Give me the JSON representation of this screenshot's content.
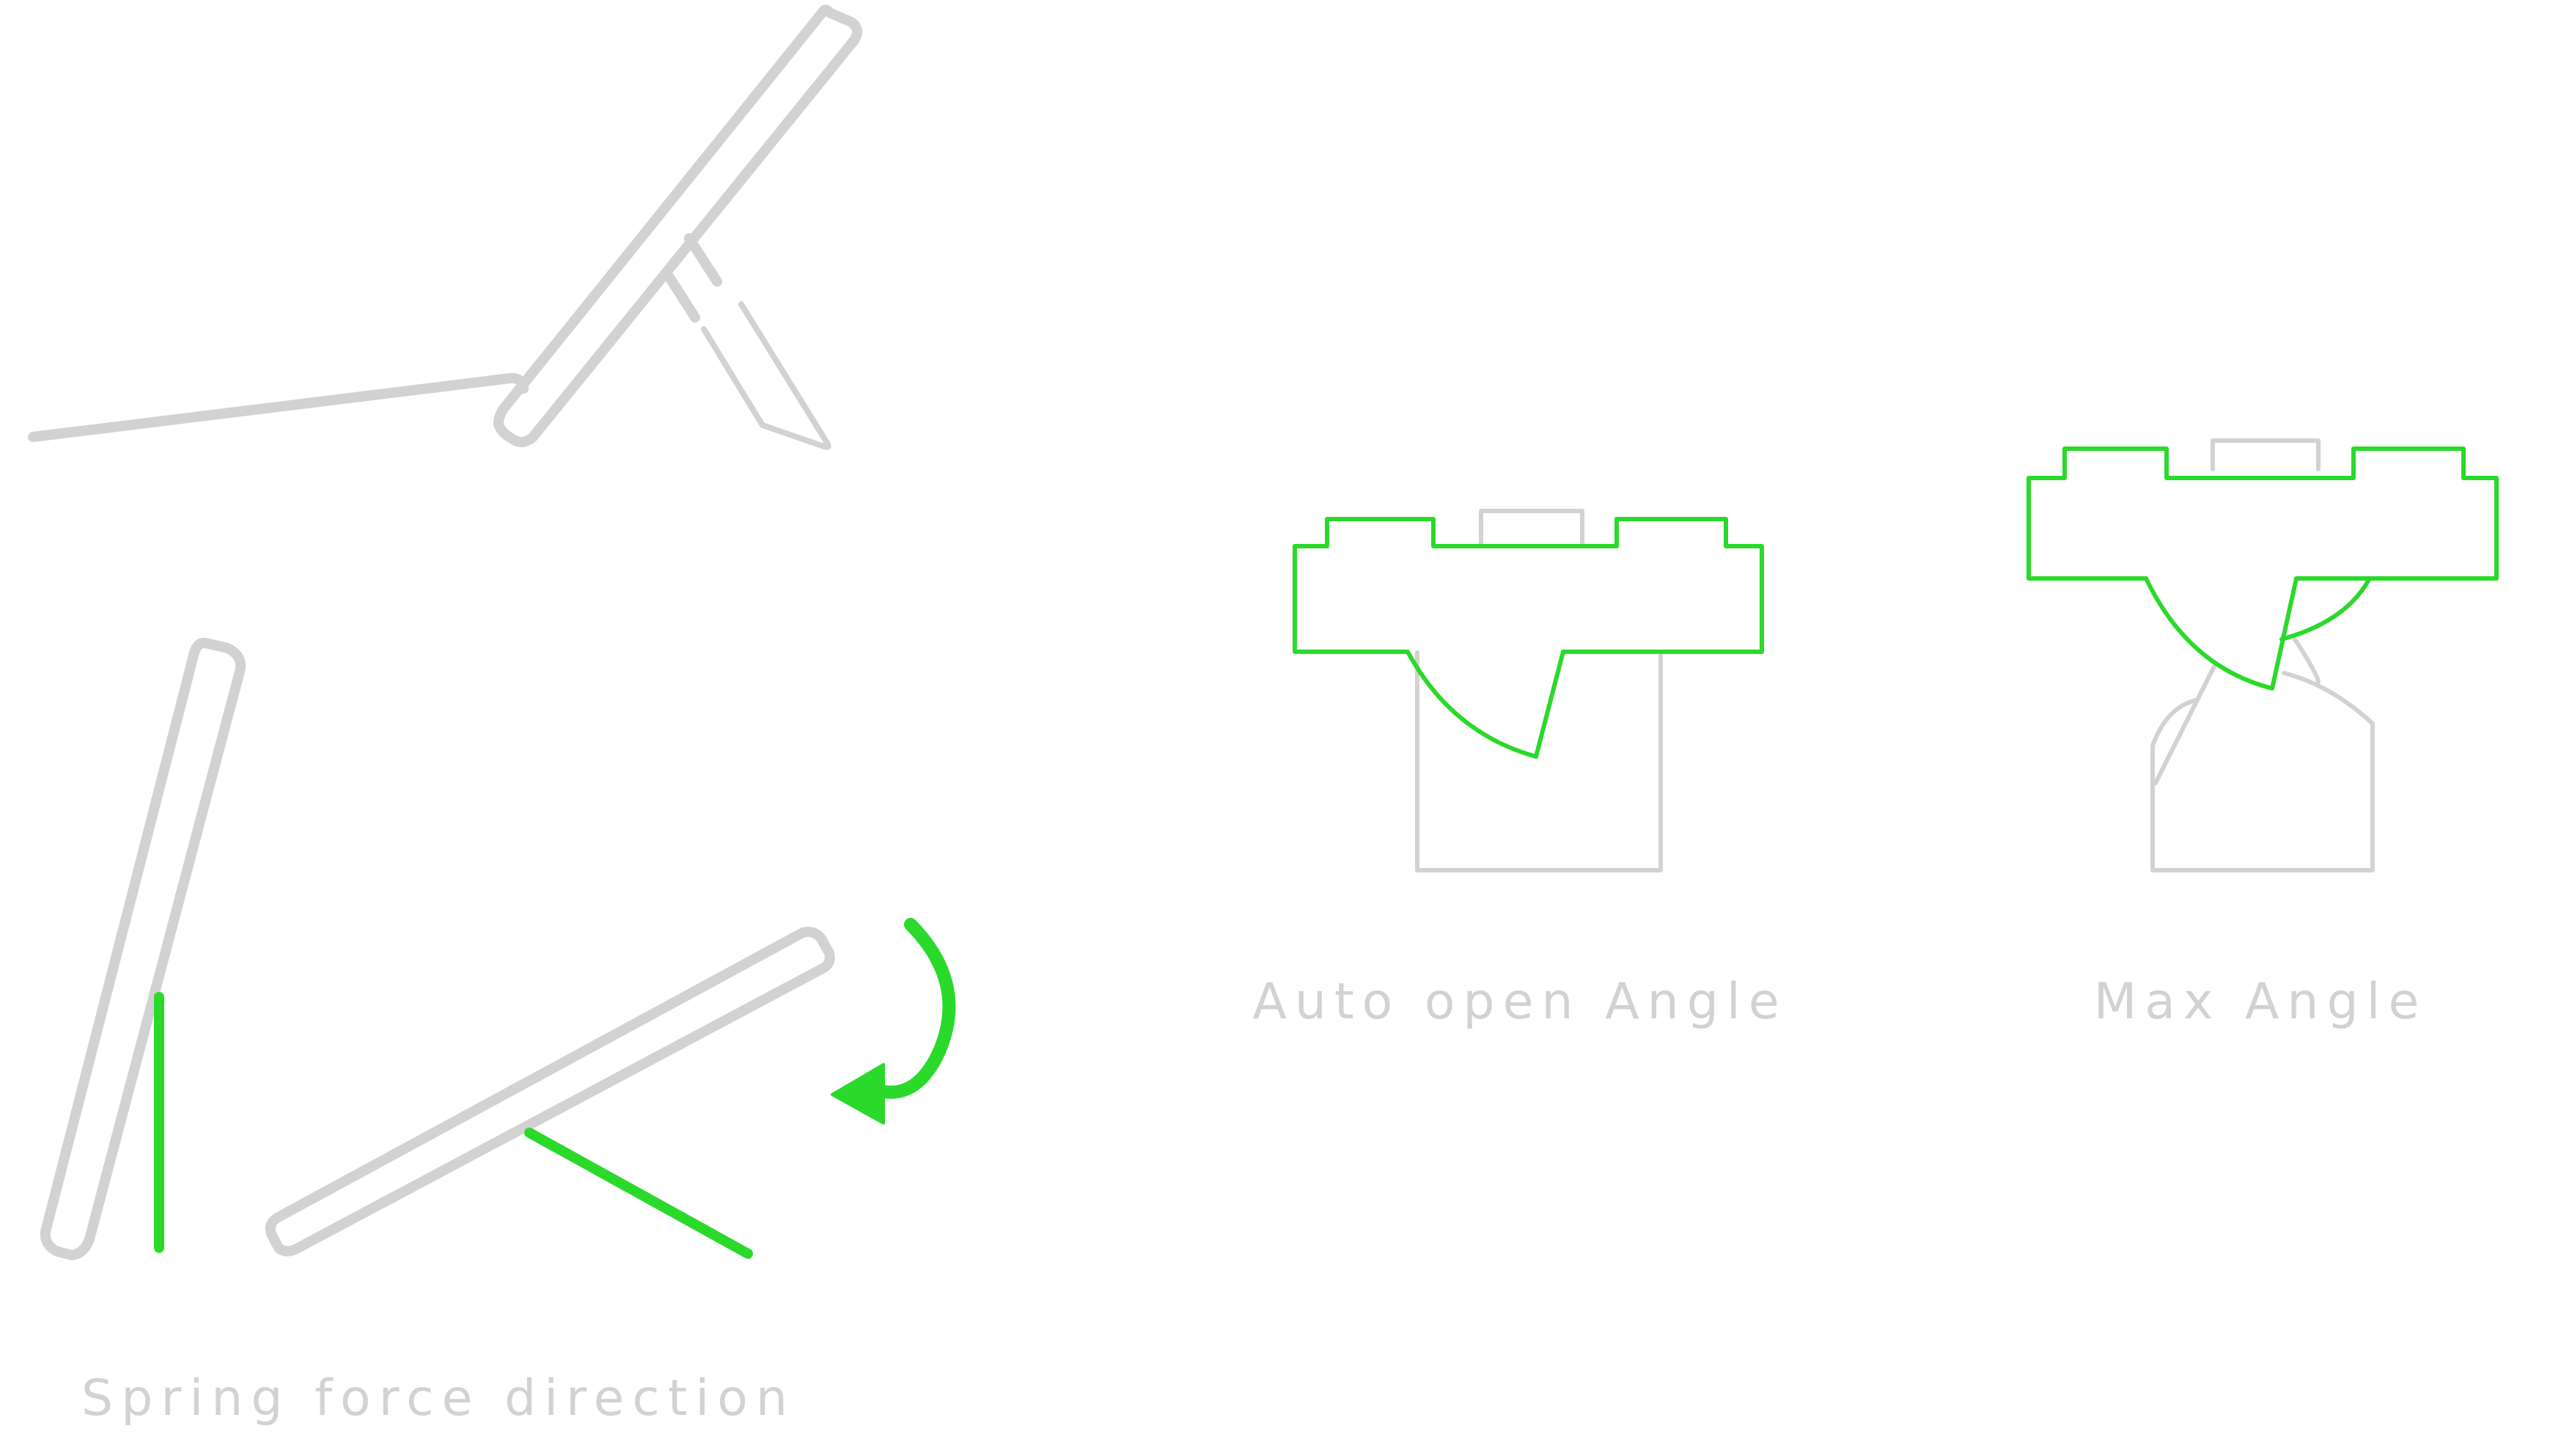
{
  "captions": {
    "auto_open_angle": "Auto open Angle",
    "max_angle": "Max Angle",
    "spring_force_direction": "Spring force direction"
  },
  "colors": {
    "outline_gray": "#d2d2d2",
    "accent_green": "#2bd92b",
    "background": "#ffffff"
  },
  "icons": {
    "direction_arrow": "curved-arrow-icon"
  }
}
